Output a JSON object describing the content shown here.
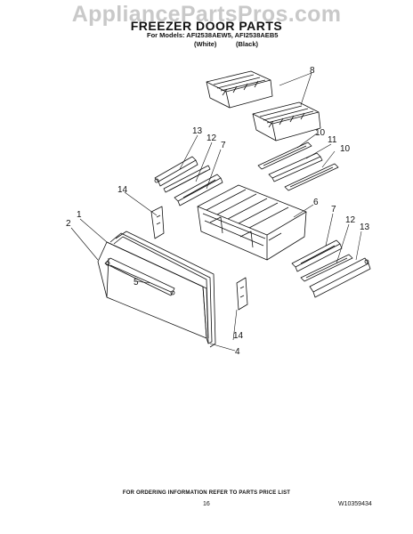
{
  "watermark": "AppliancePartsPros.com",
  "header": {
    "title": "FREEZER DOOR PARTS",
    "models_line": "For Models: AFI2538AEW5, AFI2538AEB5",
    "color_white": "(White)",
    "color_black": "(Black)"
  },
  "callouts": [
    "1",
    "2",
    "4",
    "5",
    "6",
    "7",
    "7",
    "8",
    "10",
    "10",
    "11",
    "12",
    "12",
    "13",
    "13",
    "14",
    "14"
  ],
  "footer": {
    "note": "FOR ORDERING INFORMATION REFER TO PARTS PRICE LIST",
    "page_number": "16",
    "doc_number": "W10359434"
  },
  "colors": {
    "ink": "#111111",
    "watermark": "#c9c9c9",
    "background": "#ffffff"
  }
}
